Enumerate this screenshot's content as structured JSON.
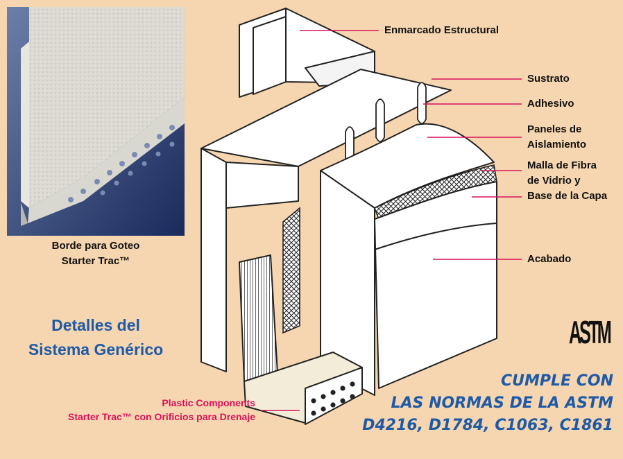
{
  "photo": {
    "caption_line1": "Borde para Goteo",
    "caption_line2": "Starter Trac™"
  },
  "title": {
    "line1": "Detalles del",
    "line2": "Sistema Genérico"
  },
  "labels": {
    "framing": "Enmarcado Estructural",
    "substrate": "Sustrato",
    "adhesive": "Adhesivo",
    "insulation_line1": "Paneles de",
    "insulation_line2": "Aislamiento",
    "mesh_line1": "Malla de Fibra",
    "mesh_line2": "de Vidrio y",
    "mesh_line3": "Base de la Capa",
    "finish": "Acabado"
  },
  "plastic": {
    "line1": "Plastic Components",
    "line2": "Starter Trac™ con Orificios para Drenaje"
  },
  "astm": {
    "logo": "ASTM",
    "line1": "CUMPLE CON",
    "line2": "LAS NORMAS DE LA ASTM",
    "line3": "D4216, D1784, C1063, C1861"
  },
  "colors": {
    "background": "#f6d6b0",
    "leader_line": "#d6115a",
    "title_blue": "#1f5aa6"
  }
}
